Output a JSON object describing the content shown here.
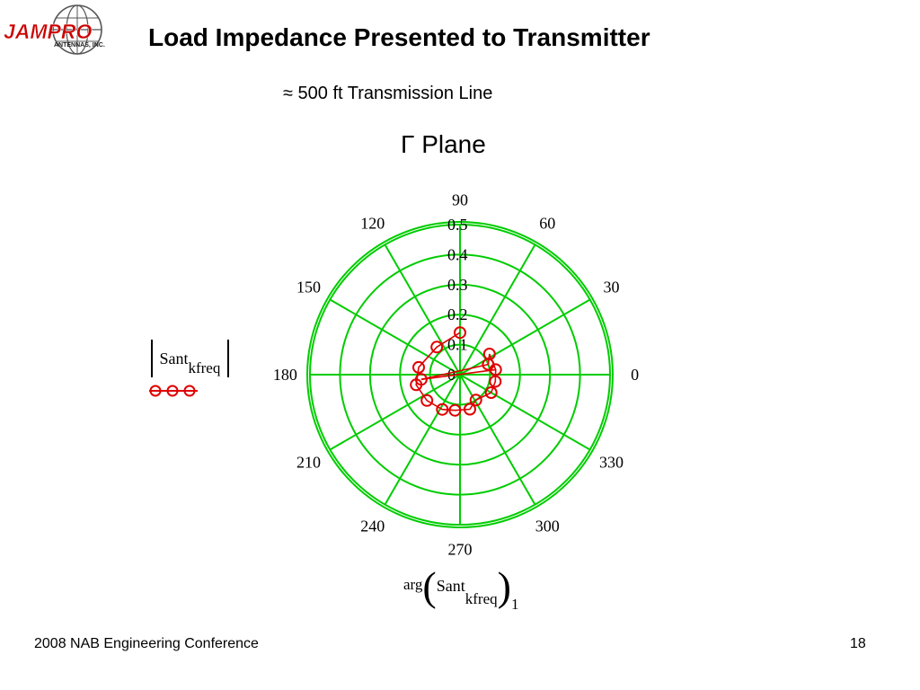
{
  "slide": {
    "title": "Load Impedance Presented to Transmitter",
    "subtitle": "≈ 500 ft Transmission Line",
    "plane_label": "Γ Plane",
    "footer_left": "2008 NAB Engineering Conference",
    "page_number": "18",
    "logo": {
      "main": "JAMPRO",
      "sub": "ANTENNAS, INC."
    }
  },
  "legend": {
    "y_expr_main": "Sant",
    "y_expr_sub": "kfreq",
    "marker_color": "#e00000"
  },
  "x_expr": {
    "fn": "arg",
    "main": "Sant",
    "sub": "kfreq",
    "sub2": "1"
  },
  "colors": {
    "grid": "#00cc00",
    "data": "#e00000",
    "text": "#000000"
  },
  "chart_data": {
    "type": "polar",
    "r_max": 0.5,
    "radial_ticks": [
      "0",
      "0.1",
      "0.2",
      "0.3",
      "0.4",
      "0.5"
    ],
    "radial_values": [
      0,
      0.1,
      0.2,
      0.3,
      0.4,
      0.5
    ],
    "angle_ticks": [
      {
        "deg": 0,
        "label": "0"
      },
      {
        "deg": 30,
        "label": "30"
      },
      {
        "deg": 60,
        "label": "60"
      },
      {
        "deg": 90,
        "label": "90"
      },
      {
        "deg": 120,
        "label": "120"
      },
      {
        "deg": 150,
        "label": "150"
      },
      {
        "deg": 180,
        "label": "180"
      },
      {
        "deg": 210,
        "label": "210"
      },
      {
        "deg": 240,
        "label": "240"
      },
      {
        "deg": 270,
        "label": "270"
      },
      {
        "deg": 300,
        "label": "300"
      },
      {
        "deg": 330,
        "label": "330"
      }
    ],
    "grid": true,
    "series": [
      {
        "marker": "circle",
        "line": true,
        "points": [
          {
            "theta": 90,
            "r": 0.14
          },
          {
            "theta": 130,
            "r": 0.12
          },
          {
            "theta": 170,
            "r": 0.14
          },
          {
            "theta": 193,
            "r": 0.15
          },
          {
            "theta": 218,
            "r": 0.14
          },
          {
            "theta": 243,
            "r": 0.13
          },
          {
            "theta": 262,
            "r": 0.12
          },
          {
            "theta": 286,
            "r": 0.12
          },
          {
            "theta": 302,
            "r": 0.1
          },
          {
            "theta": 330,
            "r": 0.12
          },
          {
            "theta": 349,
            "r": 0.12
          },
          {
            "theta": 8,
            "r": 0.12
          },
          {
            "theta": 35,
            "r": 0.12
          },
          {
            "theta": 20,
            "r": 0.1
          },
          {
            "theta": 187,
            "r": 0.13
          }
        ]
      }
    ]
  }
}
